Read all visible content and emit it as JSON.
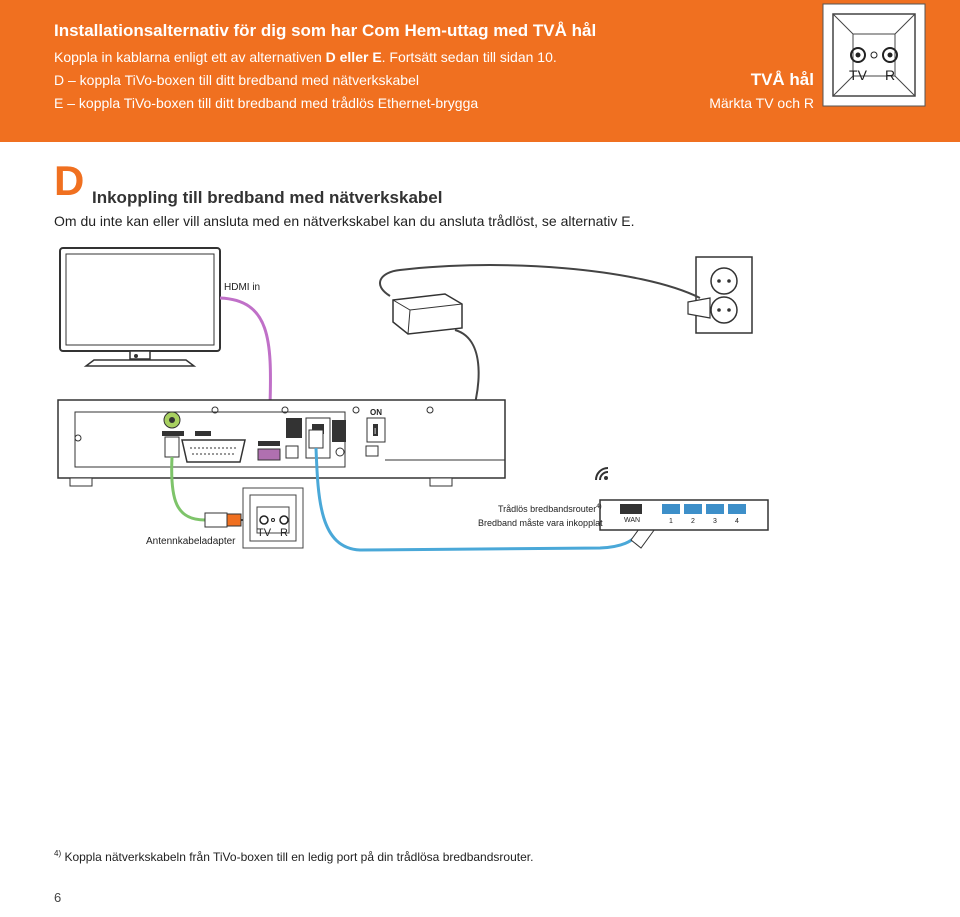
{
  "header": {
    "title": "Installationsalternativ för dig som har Com Hem-uttag med TVÅ hål",
    "line1_a": "Koppla in kablarna enligt ett av alternativen ",
    "line1_b": "D eller E",
    "line1_c": ". Fortsätt sedan till sidan 10.",
    "line2": "D – koppla TiVo-boxen till ditt bredband med nätverkskabel",
    "line3": "E – koppla TiVo-boxen till ditt bredband med trådlös Ethernet-brygga",
    "outlet_title": "TVÅ hål",
    "outlet_subtitle": "Märkta TV och R",
    "outlet_tv": "TV",
    "outlet_r": "R"
  },
  "section": {
    "letter": "D",
    "title": "Inkoppling till bredband med nätverkskabel",
    "text": "Om du inte kan eller vill ansluta med en nätverkskabel kan du ansluta trådlöst, se alternativ E."
  },
  "diagram": {
    "hdmi_label": "HDMI in",
    "on_label": "ON",
    "switch_label": "I",
    "antenna_label": "Antennkabeladapter",
    "router_label_1": "Trådlös bredbandsrouter",
    "router_sup": "4)",
    "router_label_2": "Bredband måste vara inkopplat",
    "outlet_tv": "TV",
    "outlet_r": "R",
    "wan_label": "WAN",
    "port_1": "1",
    "port_2": "2",
    "port_3": "3",
    "port_4": "4",
    "colors": {
      "orange": "#f07020",
      "hdmi_cable": "#c070c8",
      "antenna_cable": "#7ec46a",
      "network_cable": "#4aa8d8",
      "router_ports": "#3d8fc9"
    }
  },
  "footnote": {
    "marker": "4)",
    "text": " Koppla nätverkskabeln från TiVo-boxen till en ledig port på din trådlösa bredbandsrouter."
  },
  "page_number": "6"
}
